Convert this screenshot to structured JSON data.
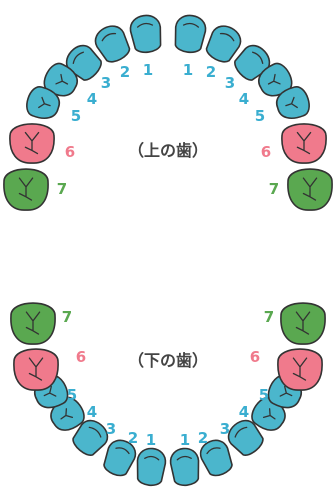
{
  "colors": {
    "incisor_premolar_fill": "#4bb6cc",
    "sixth_molar_fill": "#f07a8c",
    "seventh_molar_fill": "#5aa850",
    "outline": "#333333",
    "number_blue": "#3aaed0",
    "number_pink": "#f07a8c",
    "number_green": "#5aa850",
    "title_text": "#444444"
  },
  "upper": {
    "title": "（上の歯）",
    "left_numbers": [
      "1",
      "2",
      "3",
      "4",
      "5",
      "6",
      "7"
    ],
    "right_numbers": [
      "1",
      "2",
      "3",
      "4",
      "5",
      "6",
      "7"
    ]
  },
  "lower": {
    "title": "（下の歯）",
    "left_numbers": [
      "1",
      "2",
      "3",
      "4",
      "5",
      "6",
      "7"
    ],
    "right_numbers": [
      "1",
      "2",
      "3",
      "4",
      "5",
      "6",
      "7"
    ]
  }
}
